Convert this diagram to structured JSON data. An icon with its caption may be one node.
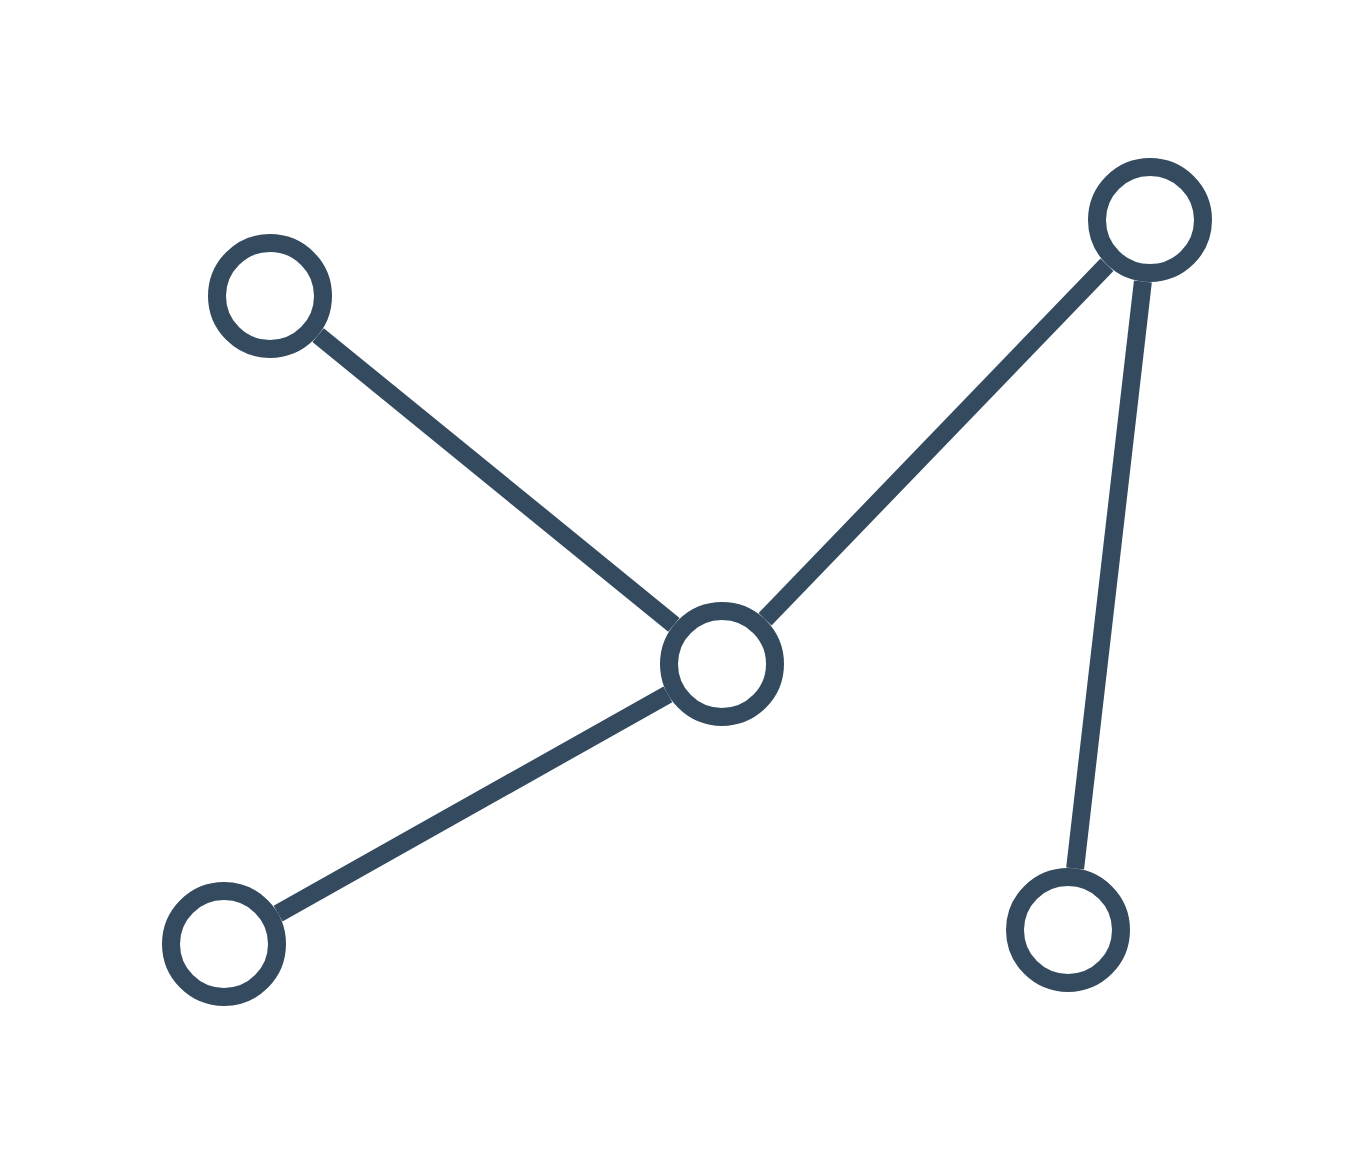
{
  "diagram": {
    "nodes": [
      {
        "text": [],
        "shape": "circle"
      },
      {
        "text": [],
        "shape": "circle"
      },
      {
        "text": [],
        "shape": "circle"
      },
      {
        "text": [],
        "shape": "circle"
      },
      {
        "text": [],
        "shape": "circle"
      }
    ],
    "edges": [
      {
        "from": 1,
        "to": 2,
        "arrow": "none"
      },
      {
        "from": 0,
        "to": 2,
        "arrow": "none"
      },
      {
        "from": 2,
        "to": 4,
        "arrow": "none"
      },
      {
        "from": 4,
        "to": 3,
        "arrow": "none"
      }
    ]
  }
}
